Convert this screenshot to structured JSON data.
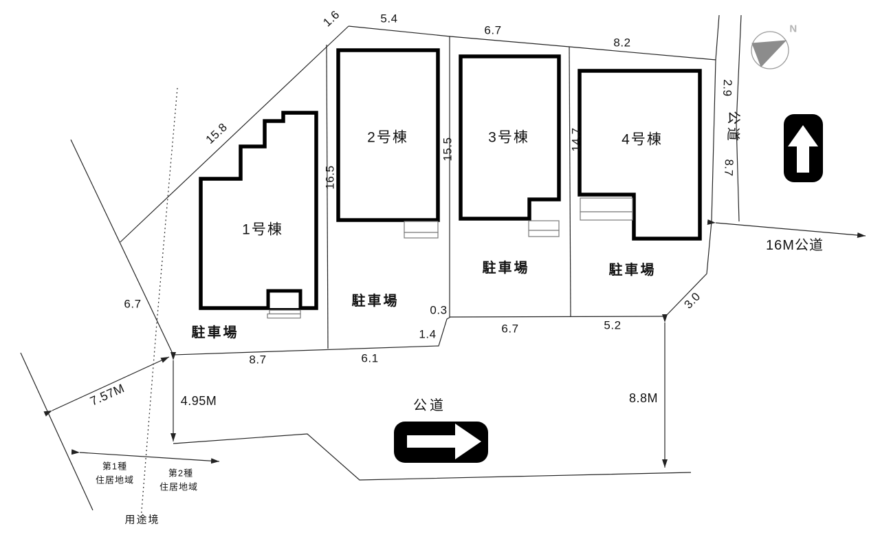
{
  "compass": {
    "north_label": "N"
  },
  "buildings": [
    {
      "label": "1号棟"
    },
    {
      "label": "2号棟"
    },
    {
      "label": "3号棟"
    },
    {
      "label": "4号棟"
    }
  ],
  "parking": {
    "labels": [
      "駐車場",
      "駐車場",
      "駐車場",
      "駐車場"
    ]
  },
  "roads": {
    "right_road_label": "公道",
    "bottom_road_label": "公道",
    "east_road_label": "16M公道"
  },
  "dimensions": {
    "top": [
      "1.6",
      "5.4",
      "6.7",
      "8.2"
    ],
    "northwest": "15.8",
    "west_side": "6.7",
    "lot_depths": [
      "16.5",
      "15.5",
      "14.7"
    ],
    "right_road": [
      "2.9",
      "8.7"
    ],
    "south": [
      "8.7",
      "6.1",
      "0.3",
      "1.4",
      "6.7",
      "5.2",
      "3.0"
    ],
    "road_widths": {
      "southwest": "7.57M",
      "west": "4.95M",
      "southeast": "8.8M"
    }
  },
  "zoning": {
    "zone1": [
      "第1種",
      "住居地域"
    ],
    "zone2": [
      "第2種",
      "住居地域"
    ],
    "boundary_label": "用途境"
  }
}
